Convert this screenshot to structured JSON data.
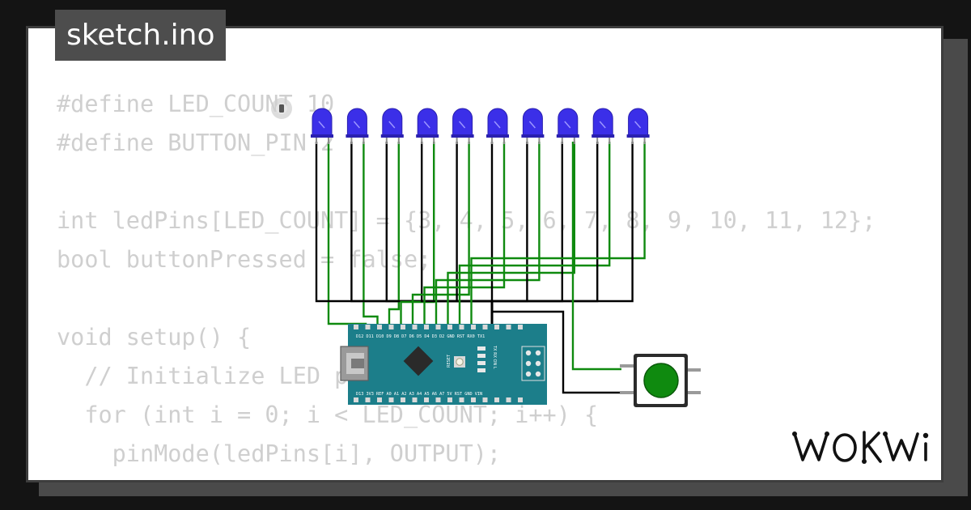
{
  "file": {
    "title": "sketch.ino"
  },
  "code_lines": [
    "#define LED_COUNT 10",
    "#define BUTTON_PIN 2",
    "",
    "int ledPins[LED_COUNT] = {3, 4, 5, 6, 7, 8, 9, 10, 11, 12};",
    "bool buttonPressed = false;",
    "",
    "void setup() {",
    "  // Initialize LED pins as OUTPUT",
    "  for (int i = 0; i < LED_COUNT; i++) {",
    "    pinMode(ledPins[i], OUTPUT);",
    "  }"
  ],
  "board": {
    "top_pins": "D12 D11 D10 D9 D8 D7 D6 D5 D4 D3 D2 GND RST RX0 TX1",
    "bottom_pins": "D13 3V3 REF A0 A1 A2 A3 A4 A5 A6 A7 5V RST GND VIN",
    "reset_label": "RESET",
    "led_labels": "TX RX ON L"
  },
  "colors": {
    "led": "#3b2fe8",
    "wire_green": "#0f8a0f",
    "wire_black": "#000000",
    "board": "#1c7e8a",
    "button_cap": "#0f8a0f"
  },
  "brand": {
    "name": "WOKWi"
  }
}
